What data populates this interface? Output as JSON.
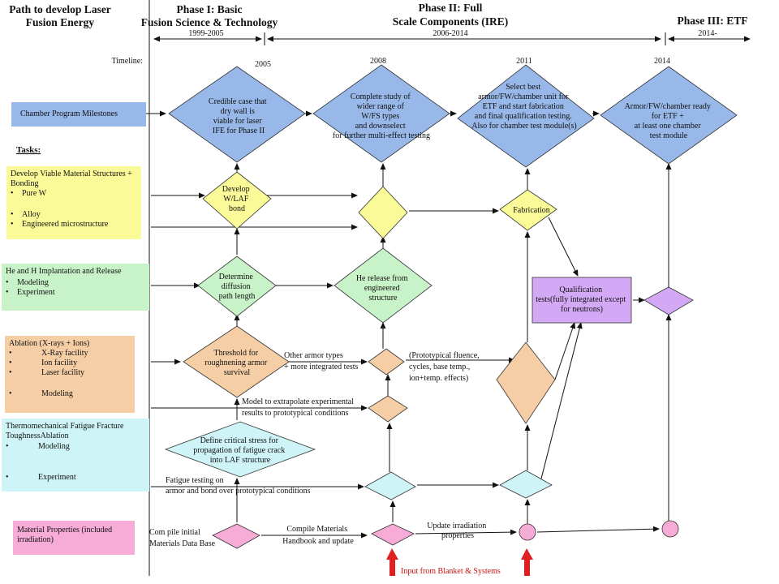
{
  "header": {
    "title": "Path to develop Laser Fusion Energy",
    "phase1": {
      "title": "Phase I: Basic Fusion Science & Technology",
      "years": "1999-2005"
    },
    "phase2": {
      "title": "Phase II: Full Scale Components (IRE)",
      "years": "2006-2014"
    },
    "phase3": {
      "title": "Phase III: ETF",
      "years": "2014-"
    }
  },
  "timeline": {
    "label": "Timeline:",
    "years": [
      "2005",
      "2008",
      "2011",
      "2014"
    ]
  },
  "labels": {
    "tasks": "Tasks:"
  },
  "rows": {
    "milestones": {
      "label": "Chamber Program Milestones"
    },
    "material_structures": {
      "title": "Develop Viable Material Structures + Bonding",
      "items": [
        "Pure W",
        "Alloy",
        "Engineered microstructure"
      ]
    },
    "implantation": {
      "title": "He and H Implantation and Release",
      "items": [
        "Modeling",
        "Experiment"
      ]
    },
    "ablation": {
      "title": "Ablation (X-rays + Ions)",
      "items": [
        "X-Ray facility",
        "Ion facility",
        "Laser facility",
        "Modeling"
      ]
    },
    "fatigue": {
      "title": "Thermomechanical Fatigue Fracture ToughnessAblation",
      "items": [
        "Modeling",
        "Experiment"
      ]
    },
    "properties": {
      "title": "Material Properties (included irradiation)"
    }
  },
  "nodes": {
    "m2005": "Credible case that dry wall is viable for laser IFE for Phase II",
    "m2008": "Complete study of wider range of W/FS types and downselect for further multi-effect testing",
    "m2011": "Select best armor/FW/chamber unit for ETF and start fabrication and final qualification testing. Also for chamber test module(s)",
    "m2014": "Armor/FW/chamber ready for ETF + at least one chamber test module",
    "develop_bond": "Develop W/LAF bond",
    "fabrication": "Fabrication",
    "diffusion": "Determine diffusion path length",
    "he_release": "He release from engineered structure",
    "qualification": "Qualification tests(fully integrated except for neutrons)",
    "threshold": "Threshold for roughnening armor survival",
    "critical_stress": "Define critical stress for propagation of fatigue crack into LAF structure"
  },
  "annotations": {
    "other_armor": "Other armor types + more integrated tests",
    "prototypical": "(Prototypical fluence, cycles, base temp., ion+temp. effects)",
    "model_extrapolate": "Model to extrapolate experimental results to prototypical conditions",
    "fatigue_testing": "Fatigue testing on armor and bond over prototypical conditions",
    "compile_initial": "Com pile initial Materials Data Base",
    "compile_handbook": "Compile Materials Handbook and update",
    "update_irradiation": "Update irradiation properties",
    "input_blanket": "Input from Blanket & Systems"
  },
  "colors": {
    "milestone_blue": "#97b8e8",
    "yellow": "#fafa98",
    "green": "#c8f2c8",
    "orange": "#f6cea6",
    "cyan": "#cff4f7",
    "pink": "#f6acd7",
    "purple": "#d3a8f5",
    "input_arrow": "#e02020",
    "input_text": "#cc1111"
  }
}
